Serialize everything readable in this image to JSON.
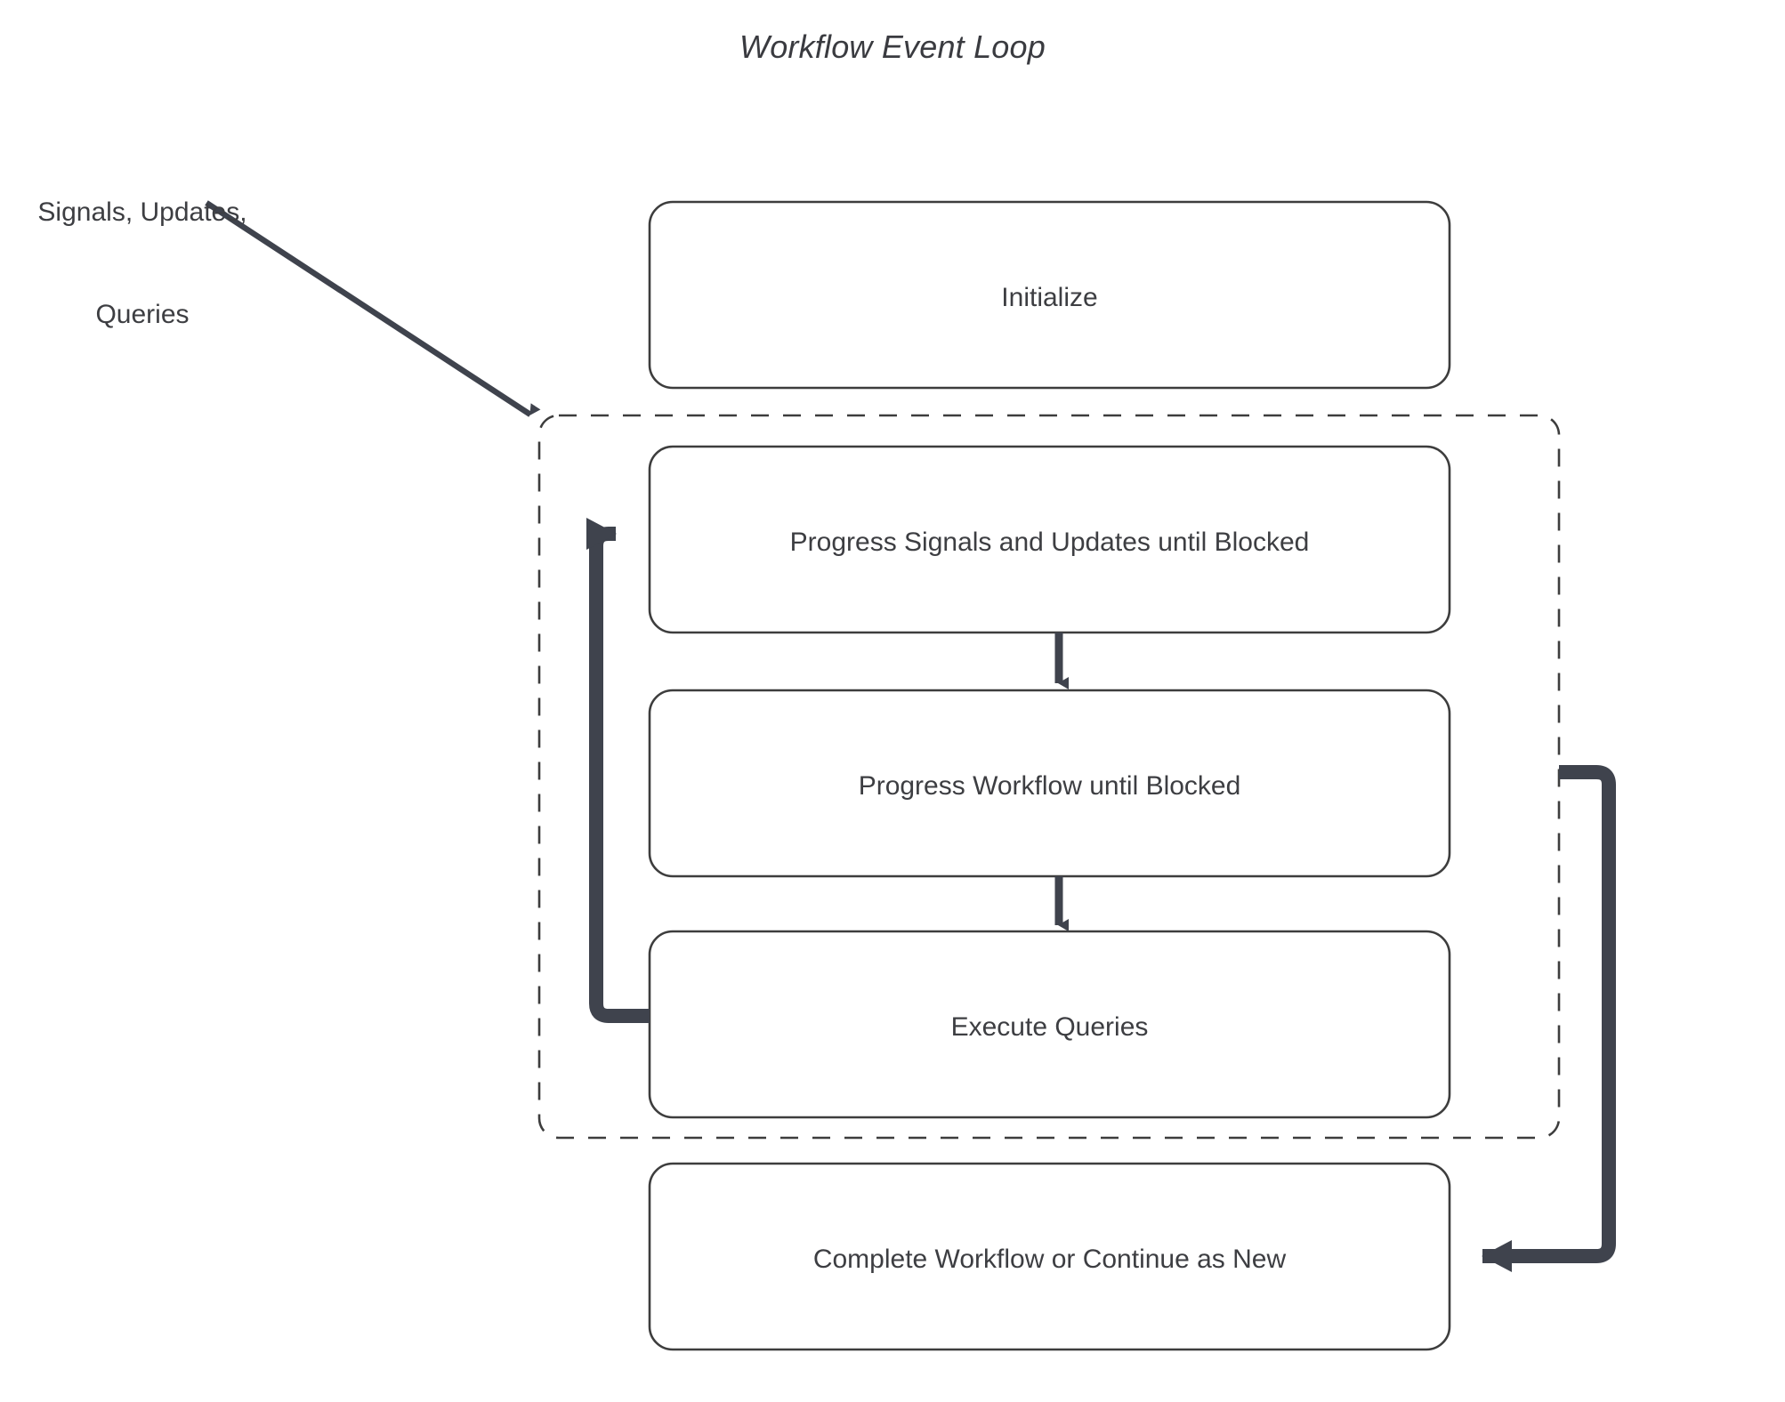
{
  "diagram": {
    "title": "Workflow Event Loop",
    "type": "flowchart",
    "background_color": "#ffffff",
    "node_stroke_color": "#3d3d3d",
    "node_fill_color": "#ffffff",
    "edge_color": "#3f434d",
    "text_color": "#3d3e42",
    "dashed_group_stroke": "#3d3d3d"
  },
  "external_input": {
    "label": "Signals, Updates,\nQueries",
    "line1": "Signals, Updates,",
    "line2": "Queries",
    "arrow_target": "loop-group"
  },
  "nodes": [
    {
      "id": "initialize",
      "label": "Initialize",
      "shape": "rounded-rect",
      "inside_group": false
    },
    {
      "id": "progress-signals",
      "label": "Progress Signals and Updates until Blocked",
      "shape": "rounded-rect",
      "inside_group": true
    },
    {
      "id": "progress-workflow",
      "label": "Progress Workflow until Blocked",
      "shape": "rounded-rect",
      "inside_group": true
    },
    {
      "id": "execute-queries",
      "label": "Execute Queries",
      "shape": "rounded-rect",
      "inside_group": true
    },
    {
      "id": "complete-workflow",
      "label": "Complete Workflow or Continue as New",
      "shape": "rounded-rect",
      "inside_group": false
    }
  ],
  "group": {
    "id": "loop-group",
    "label": "",
    "style": "dashed",
    "contains": [
      "progress-signals",
      "progress-workflow",
      "execute-queries"
    ]
  },
  "edges": [
    {
      "id": "e-input",
      "from": "external-input",
      "to": "loop-group",
      "style": "thin-diagonal",
      "label": ""
    },
    {
      "id": "e-sig-wf",
      "from": "progress-signals",
      "to": "progress-workflow",
      "style": "thin-down",
      "label": ""
    },
    {
      "id": "e-wf-query",
      "from": "progress-workflow",
      "to": "execute-queries",
      "style": "thin-down",
      "label": ""
    },
    {
      "id": "e-loopback",
      "from": "execute-queries",
      "to": "progress-signals",
      "style": "thick-left-loop",
      "label": ""
    },
    {
      "id": "e-exit",
      "from": "loop-group",
      "to": "complete-workflow",
      "style": "thick-right-loop",
      "label": ""
    }
  ]
}
